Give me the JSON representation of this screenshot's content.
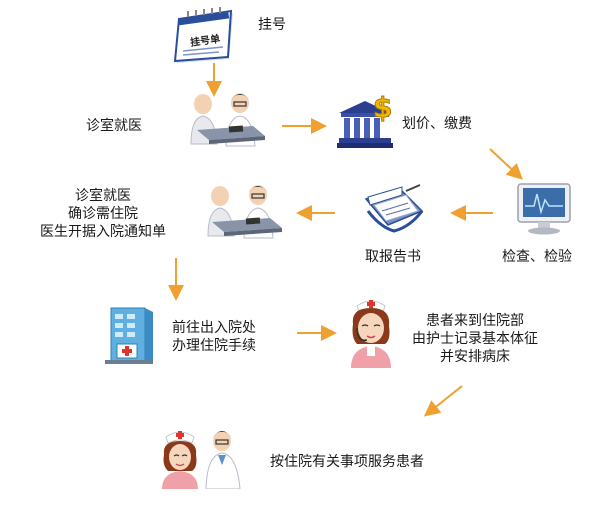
{
  "steps": {
    "register": "挂号",
    "register_form_text": "挂号单",
    "consult": "诊室就医",
    "pricing": "划价、缴费",
    "exam": "检查、检验",
    "report": "取报告书",
    "confirm": [
      "诊室就医",
      "确诊需住院",
      "医生开据入院通知单"
    ],
    "admission": [
      "前往出入院处",
      "办理住院手续"
    ],
    "ward_nurse": [
      "患者来到住院部",
      "由护士记录基本体征",
      "并安排病床"
    ],
    "service": "按住院有关事项服务患者"
  },
  "colors": {
    "arrow": "#f0a030",
    "accent_blue": "#2a4f9a",
    "monitor_screen": "#3b6ea8"
  }
}
